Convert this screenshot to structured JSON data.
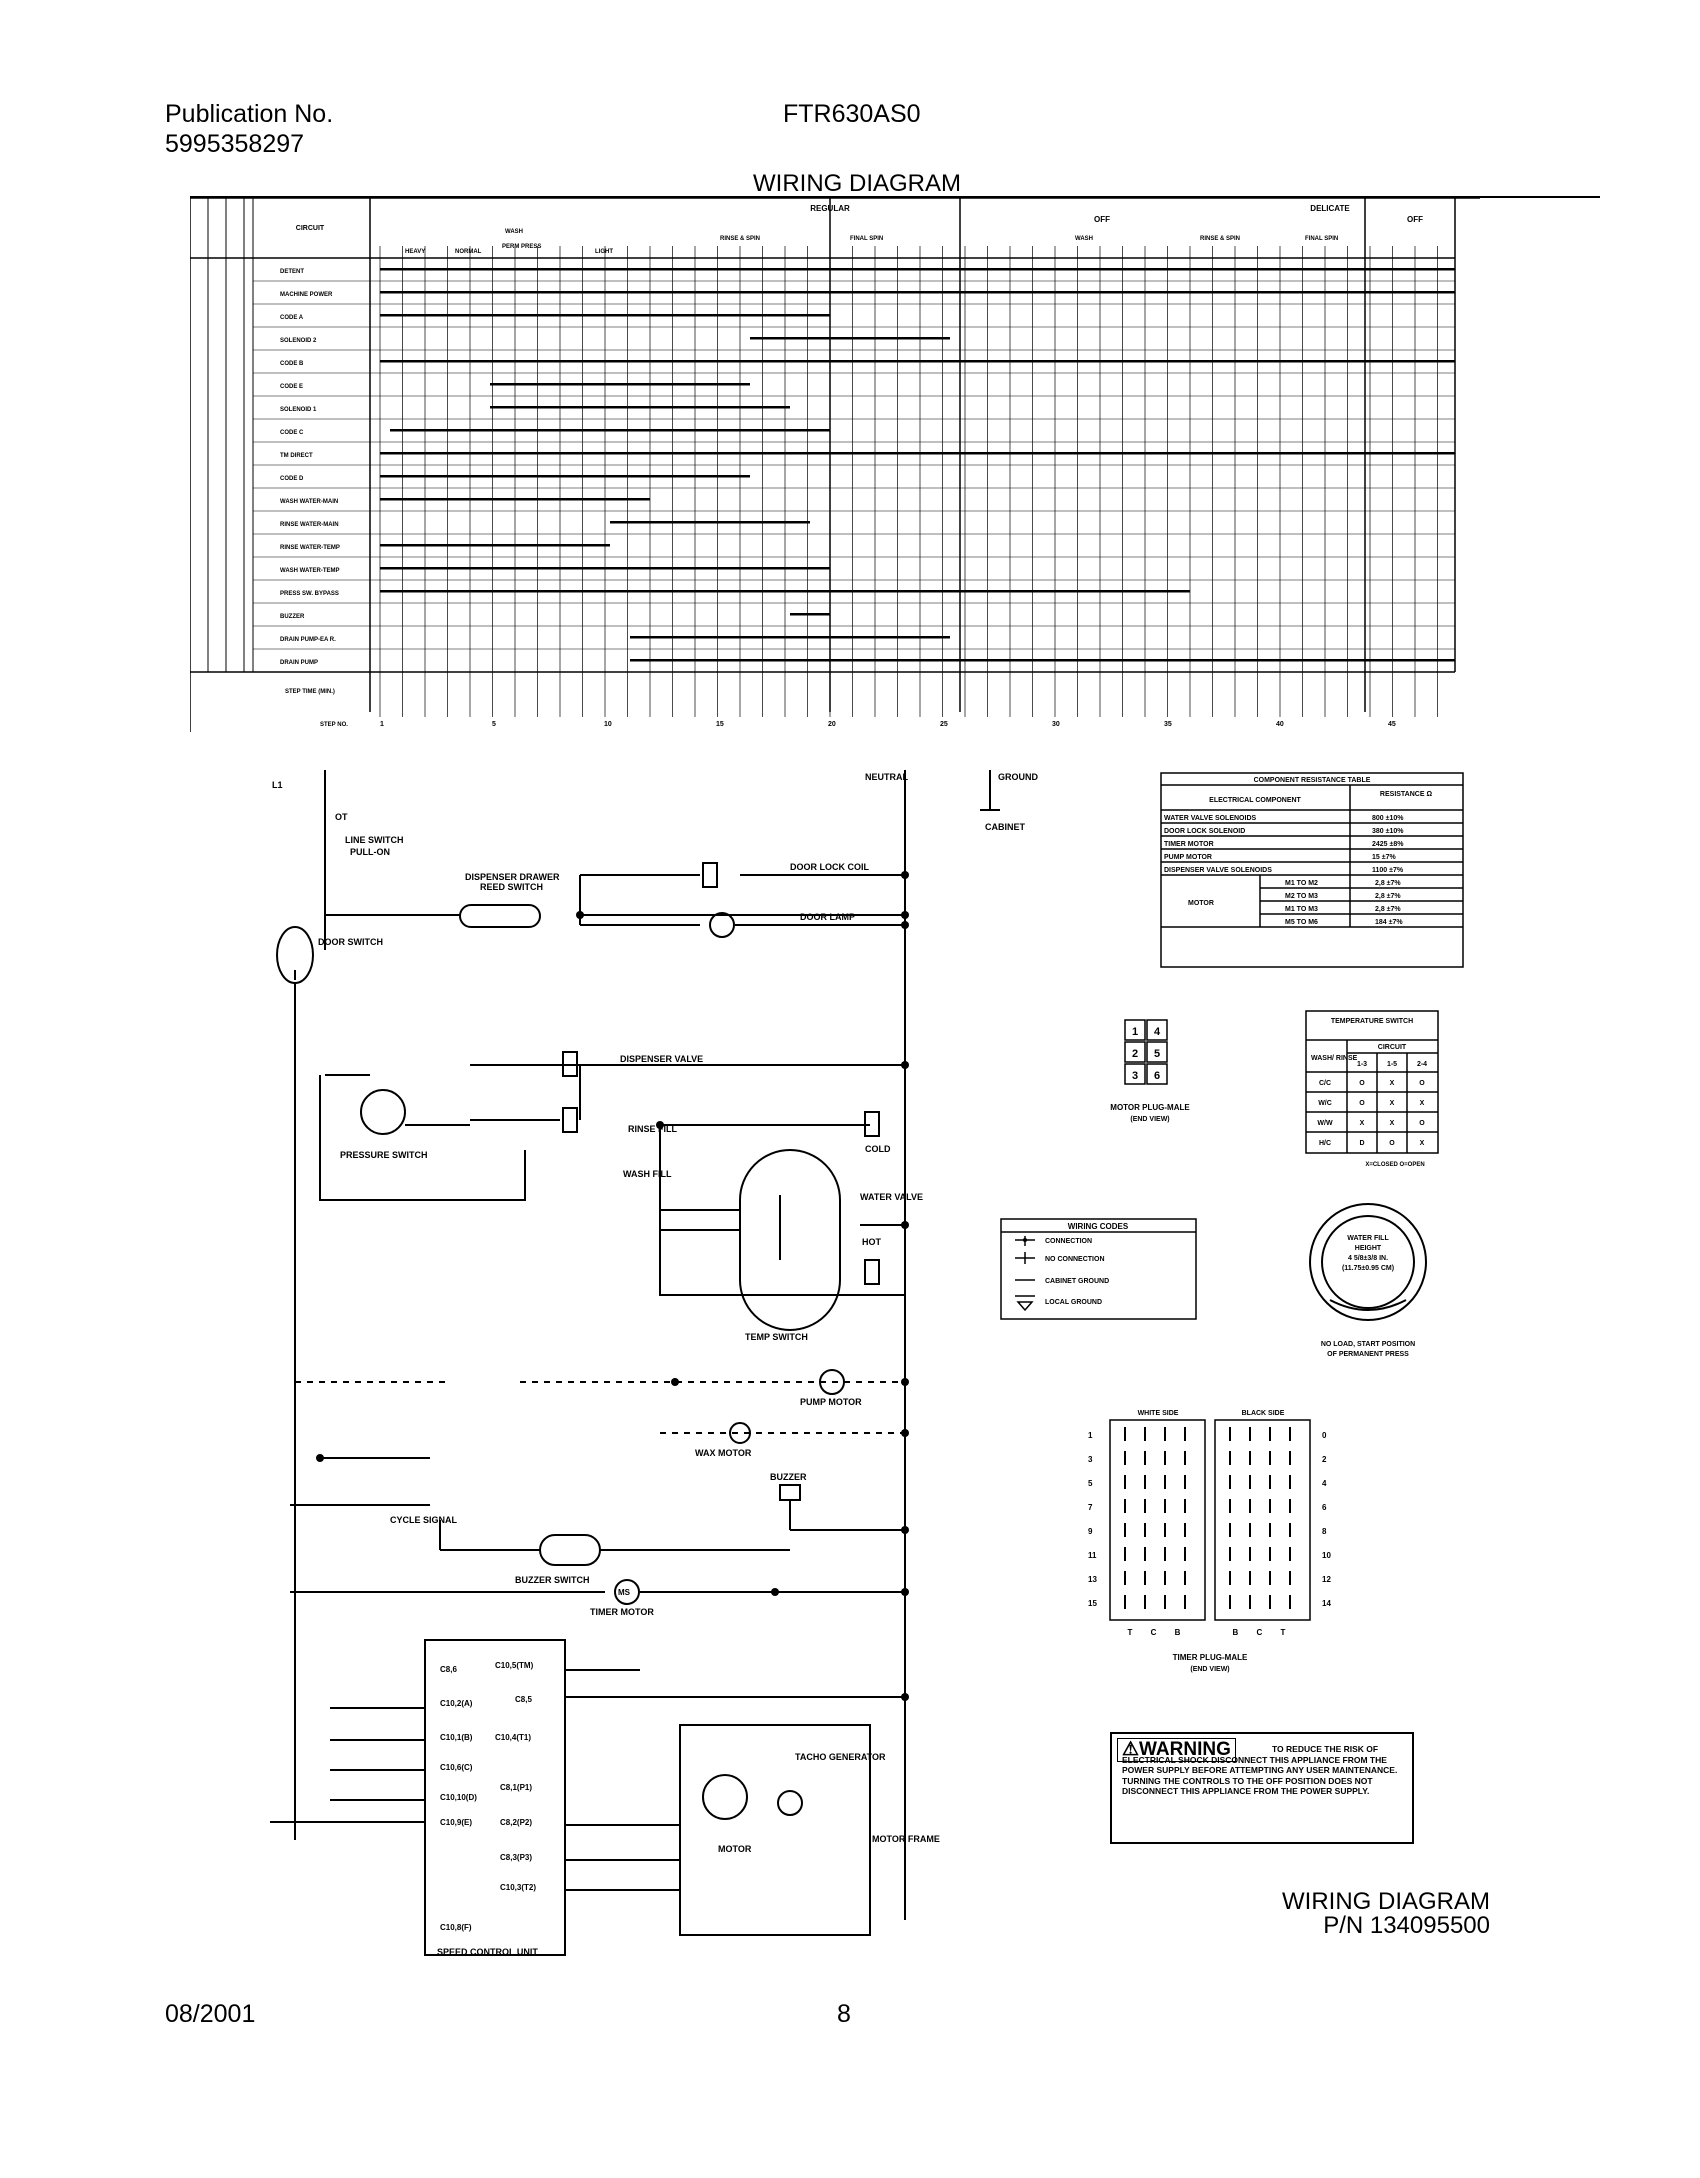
{
  "header": {
    "publication_label": "Publication No.",
    "publication_number": "5995358297",
    "model": "FTR630AS0",
    "diagram_title": "WIRING DIAGRAM"
  },
  "footer": {
    "date": "08/2001",
    "page": "8",
    "caption_line1": "WIRING DIAGRAM",
    "caption_line2": "P/N 134095500"
  },
  "timer_chart": {
    "col_circuit": "CIRCUIT",
    "group_regular": "REGULAR",
    "group_delicate": "DELICATE",
    "off_label": "OFF",
    "sub_wash": "WASH",
    "sub_rinse_spin": "RINSE & SPIN",
    "sub_final_spin": "FINAL SPIN",
    "cycles": [
      "HEAVY",
      "NORMAL",
      "PERM PRESS",
      "LIGHT"
    ],
    "circuits": [
      "DETENT",
      "MACHINE POWER",
      "CODE A",
      "SOLENOID 2",
      "CODE B",
      "CODE E",
      "SOLENOID 1",
      "CODE C",
      "TM DIRECT",
      "CODE D",
      "WASH WATER-MAIN",
      "RINSE WATER-MAIN",
      "RINSE WATER-TEMP",
      "WASH WATER-TEMP",
      "PRESS SW. BYPASS",
      "BUZZER",
      "DRAIN PUMP-EA R.",
      "DRAIN PUMP"
    ],
    "step_time_label": "STEP TIME (MIN.)",
    "step_no_label": "STEP NO.",
    "step_numbers": [
      "1",
      "5",
      "10",
      "15",
      "20",
      "25",
      "30",
      "35",
      "40",
      "45"
    ]
  },
  "schematic": {
    "l1": "L1",
    "ot": "OT",
    "line_switch": "LINE SWITCH",
    "pull_on": "PULL-ON",
    "neutral": "NEUTRAL",
    "ground": "GROUND",
    "cabinet": "CABINET",
    "dispenser_reed": "DISPENSER DRAWER",
    "reed_switch": "REED SWITCH",
    "door_lock_coil": "DOOR LOCK COIL",
    "door_lamp": "DOOR LAMP",
    "door_switch": "DOOR SWITCH",
    "dispenser_valve": "DISPENSER VALVE",
    "pressure_switch": "PRESSURE SWITCH",
    "rinse_fill": "RINSE FILL",
    "wash_fill": "WASH FILL",
    "cold": "COLD",
    "hot": "HOT",
    "water_valve": "WATER VALVE",
    "temp_switch": "TEMP SWITCH",
    "pump_motor": "PUMP MOTOR",
    "wax_motor": "WAX MOTOR",
    "cycle_signal": "CYCLE SIGNAL",
    "buzzer_switch": "BUZZER SWITCH",
    "buzzer": "BUZZER",
    "timer_motor": "TIMER MOTOR",
    "ms": "MS",
    "speed_control_unit": "SPEED CONTROL UNIT",
    "tacho_generator": "TACHO GENERATOR",
    "motor": "MOTOR",
    "motor_frame": "MOTOR FRAME",
    "scu_left_pins": [
      "C8,6",
      "C10,2(A)",
      "C10,1(B)",
      "C10,6(C)",
      "C10,10(D)",
      "C10,9(E)",
      "C10,8(F)"
    ],
    "scu_right_pins": [
      "C10,5(TM)",
      "C8,5",
      "C10,4(T1)",
      "C8,1(P1)",
      "C8,2(P2)",
      "C8,3(P3)",
      "C10,3(T2)"
    ]
  },
  "resistance_table": {
    "title": "COMPONENT RESISTANCE TABLE",
    "col_component": "ELECTRICAL COMPONENT",
    "col_resistance": "RESISTANCE Ω",
    "rows": [
      {
        "component": "WATER VALVE SOLENOIDS",
        "value": "800 ±10%"
      },
      {
        "component": "DOOR LOCK SOLENOID",
        "value": "380 ±10%"
      },
      {
        "component": "TIMER MOTOR",
        "value": "2425 ±8%"
      },
      {
        "component": "PUMP MOTOR",
        "value": "15 ±7%"
      },
      {
        "component": "DISPENSER VALVE SOLENOIDS",
        "value": "1100 ±7%"
      }
    ],
    "motor_label": "MOTOR",
    "motor_rows": [
      {
        "pins": "M1 TO M2",
        "value": "2,8 ±7%"
      },
      {
        "pins": "M2 TO M3",
        "value": "2,8 ±7%"
      },
      {
        "pins": "M1 TO M3",
        "value": "2,8 ±7%"
      },
      {
        "pins": "M5 TO M6",
        "value": "184 ±7%"
      }
    ]
  },
  "temp_switch_table": {
    "title": "TEMPERATURE SWITCH",
    "circuit": "CIRCUIT",
    "wash_rinse": "WASH/ RINSE",
    "cols": [
      "1-3",
      "1-5",
      "2-4"
    ],
    "rows": [
      {
        "label": "C/C",
        "vals": [
          "O",
          "X",
          "O"
        ]
      },
      {
        "label": "W/C",
        "vals": [
          "O",
          "X",
          "X"
        ]
      },
      {
        "label": "W/W",
        "vals": [
          "X",
          "X",
          "O"
        ]
      },
      {
        "label": "H/C",
        "vals": [
          "D",
          "O",
          "X"
        ]
      }
    ],
    "legend": "X=CLOSED  O=OPEN"
  },
  "motor_plug": {
    "pins": [
      "1",
      "4",
      "2",
      "5",
      "3",
      "6"
    ],
    "label": "MOTOR PLUG-MALE",
    "sub": "(END VIEW)"
  },
  "wiring_codes": {
    "title": "WIRING CODES",
    "items": [
      "CONNECTION",
      "NO CONNECTION",
      "CABINET GROUND",
      "LOCAL GROUND"
    ]
  },
  "water_fill": {
    "label1": "WATER FILL",
    "label2": "HEIGHT",
    "label3": "4 5/8±3/8 IN.",
    "label4": "(11.75±0.95 CM)",
    "caption1": "NO LOAD, START POSITION",
    "caption2": "OF PERMANENT PRESS"
  },
  "timer_plug": {
    "white_side": "WHITE SIDE",
    "black_side": "BLACK SIDE",
    "left_nums": [
      "1",
      "3",
      "5",
      "7",
      "9",
      "11",
      "13",
      "15"
    ],
    "right_nums": [
      "0",
      "2",
      "4",
      "6",
      "8",
      "10",
      "12",
      "14"
    ],
    "bottom_left": "T C B",
    "bottom_right": "B C T",
    "label": "TIMER PLUG-MALE",
    "sub": "(END VIEW)"
  },
  "warning": {
    "badge": "WARNING",
    "text": "TO REDUCE THE RISK OF ELECTRICAL SHOCK DISCONNECT THIS APPLIANCE FROM THE POWER SUPPLY BEFORE ATTEMPTING ANY USER MAINTENANCE. TURNING THE CONTROLS TO THE OFF POSITION DOES NOT DISCONNECT THIS APPLIANCE FROM THE POWER SUPPLY."
  }
}
